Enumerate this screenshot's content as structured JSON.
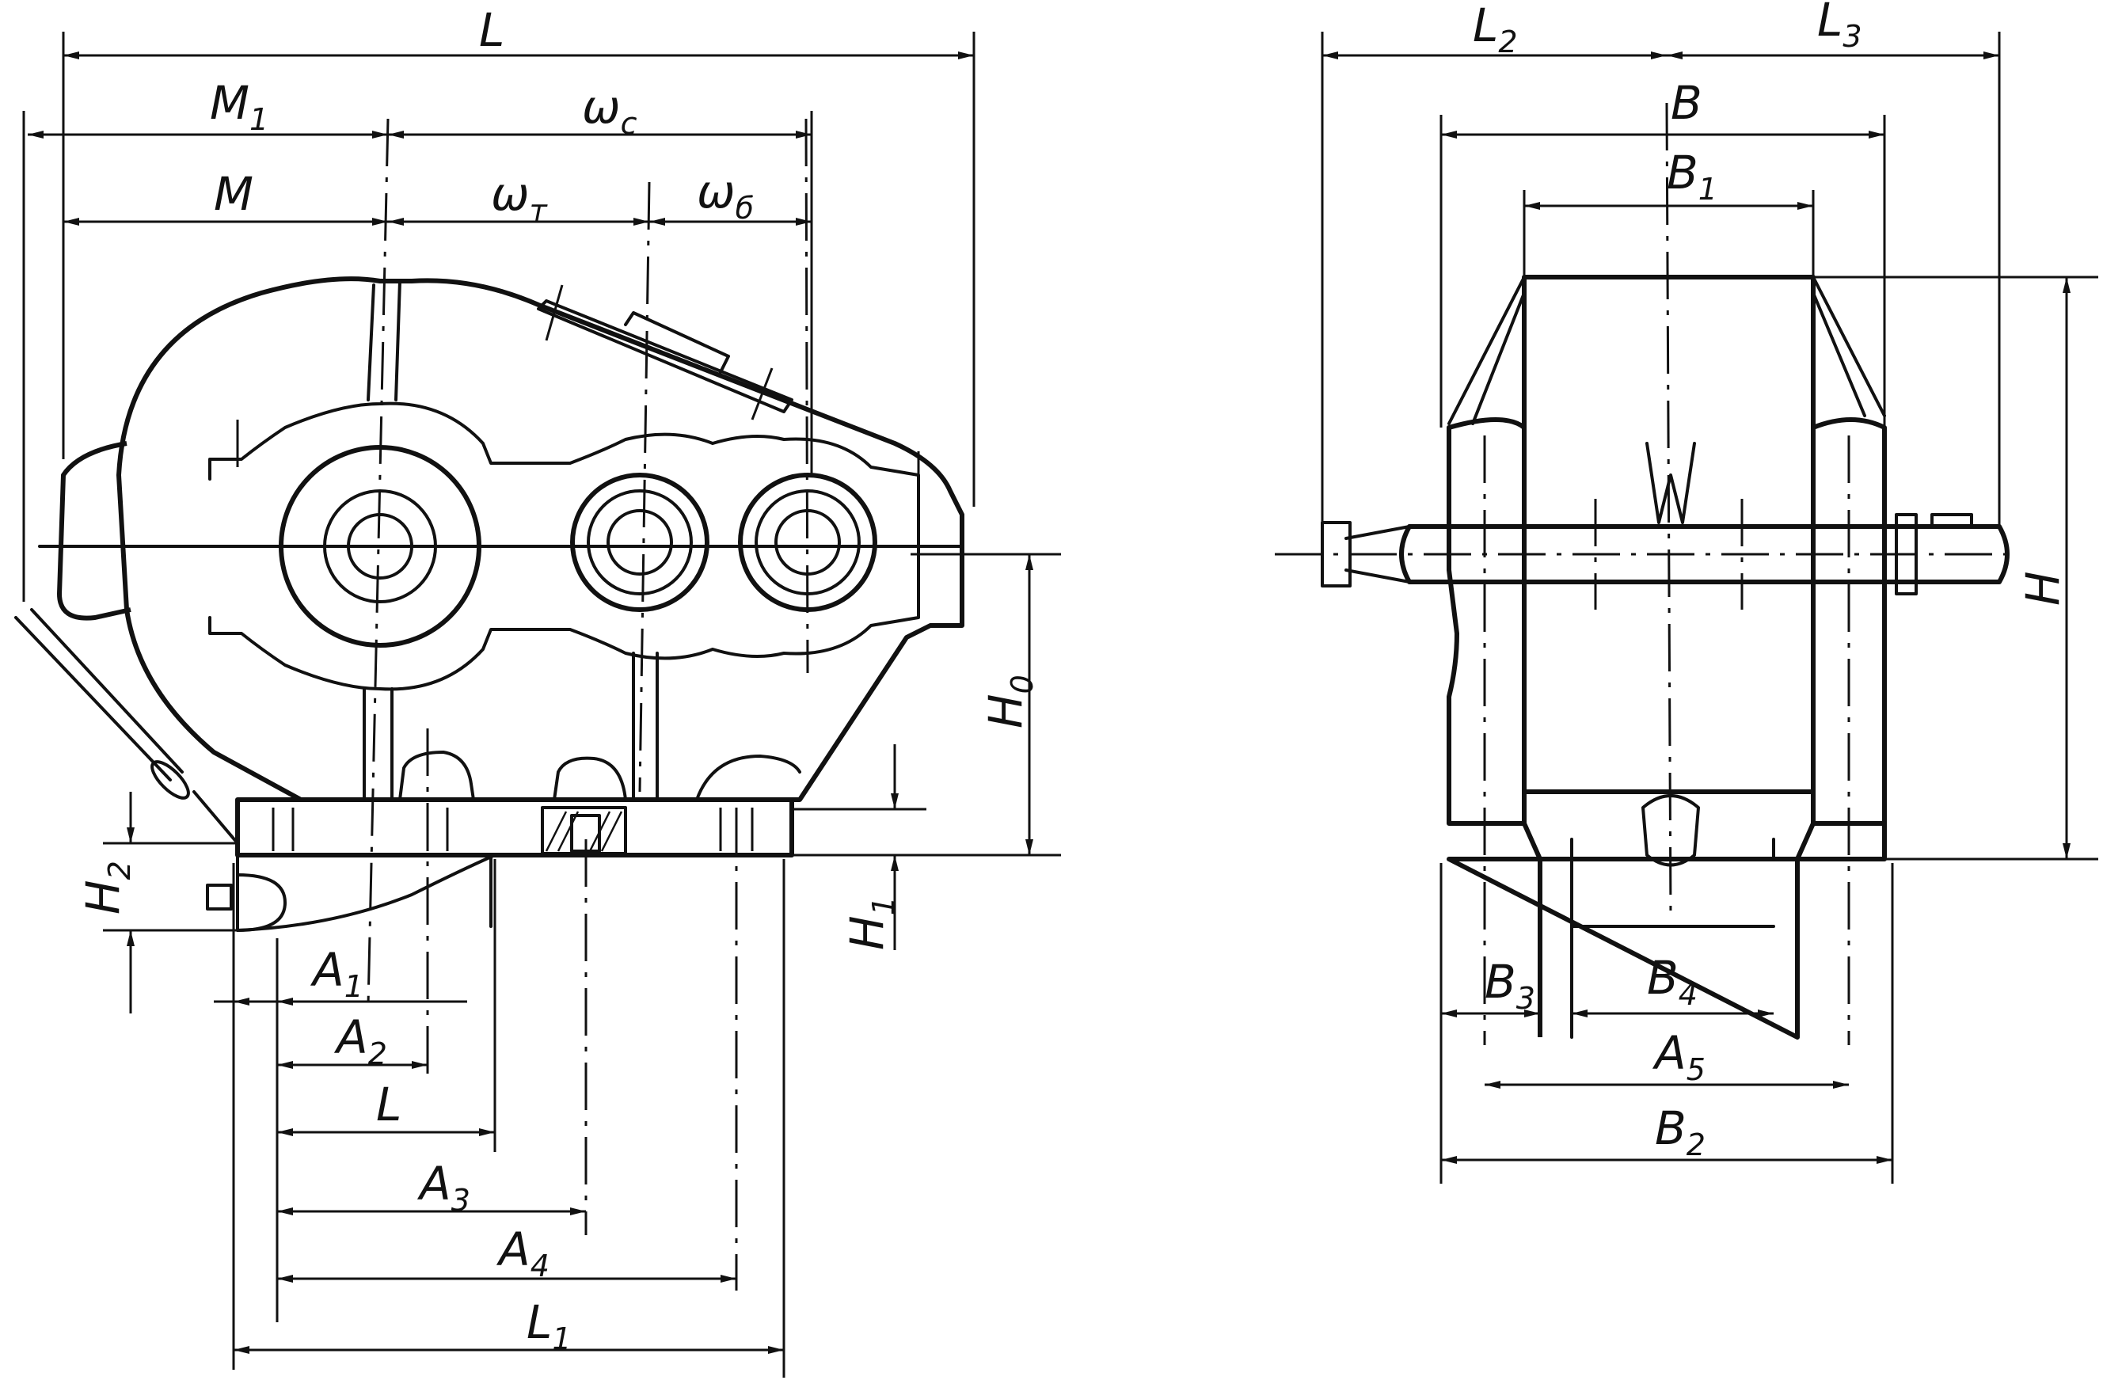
{
  "left_view": {
    "dims": [
      {
        "id": "L_top",
        "base": "L",
        "sub": ""
      },
      {
        "id": "M1",
        "base": "M",
        "sub": "1"
      },
      {
        "id": "wc",
        "base": "ω",
        "sub": "c"
      },
      {
        "id": "M",
        "base": "M",
        "sub": ""
      },
      {
        "id": "wt",
        "base": "ω",
        "sub": "т"
      },
      {
        "id": "wb",
        "base": "ω",
        "sub": "б"
      },
      {
        "id": "H0",
        "base": "H",
        "sub": "0"
      },
      {
        "id": "H1",
        "base": "H",
        "sub": "1"
      },
      {
        "id": "H2",
        "base": "H",
        "sub": "2"
      },
      {
        "id": "A1",
        "base": "A",
        "sub": "1"
      },
      {
        "id": "A2",
        "base": "A",
        "sub": "2"
      },
      {
        "id": "L_low",
        "base": "L",
        "sub": ""
      },
      {
        "id": "A3",
        "base": "A",
        "sub": "3"
      },
      {
        "id": "A4",
        "base": "A",
        "sub": "4"
      },
      {
        "id": "L1",
        "base": "L",
        "sub": "1"
      }
    ]
  },
  "right_view": {
    "dims": [
      {
        "id": "L2",
        "base": "L",
        "sub": "2"
      },
      {
        "id": "L3",
        "base": "L",
        "sub": "3"
      },
      {
        "id": "B",
        "base": "B",
        "sub": ""
      },
      {
        "id": "B1",
        "base": "B",
        "sub": "1"
      },
      {
        "id": "H",
        "base": "H",
        "sub": ""
      },
      {
        "id": "B3",
        "base": "B",
        "sub": "3"
      },
      {
        "id": "B4",
        "base": "B",
        "sub": "4"
      },
      {
        "id": "A5",
        "base": "A",
        "sub": "5"
      },
      {
        "id": "B2",
        "base": "B",
        "sub": "2"
      }
    ]
  }
}
